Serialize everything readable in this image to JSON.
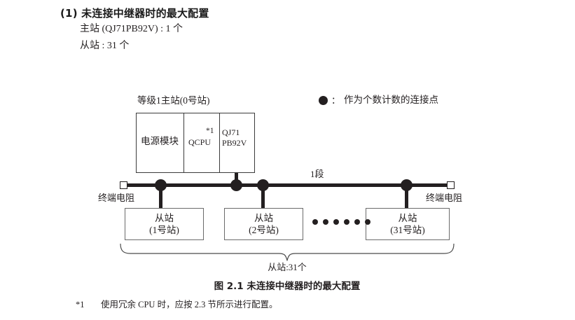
{
  "heading": {
    "section_title": "(1) 未连接中继器时的最大配置",
    "spec_lines": [
      "主站 (QJ71PB92V) : 1 个",
      "从站 : 31 个"
    ]
  },
  "legend": {
    "icon": "filled-circle-icon",
    "colon": "：",
    "text": "作为个数计数的连接点"
  },
  "diagram": {
    "master": {
      "caption": "等级1主站(0号站)",
      "modules": [
        {
          "label": "电源模块"
        },
        {
          "label": "QCPU",
          "footnote_mark": "*1"
        },
        {
          "label": "QJ71\nPB92V",
          "line1": "QJ71",
          "line2": "PB92V"
        }
      ]
    },
    "bus": {
      "segment_label": "1段",
      "terminator_left_label": "终端电阻",
      "terminator_right_label": "终端电阻",
      "connection_point_count": 4
    },
    "slaves": [
      {
        "title": "从站",
        "station": "(1号站)"
      },
      {
        "title": "从站",
        "station": "(2号站)"
      },
      {
        "title": "从站",
        "station": "(31号站)"
      }
    ],
    "ellipsis_dots": 6,
    "brace_label": "从站:31个"
  },
  "figure_caption": "图 2.1  未连接中继器时的最大配置",
  "footnote": {
    "mark": "*1",
    "text": "使用冗余 CPU 时，应按 2.3 节所示进行配置。"
  },
  "colors": {
    "ink": "#231f20",
    "box_stroke": "#3b3b3b",
    "slave_stroke": "#6b6b6b",
    "paper": "#ffffff"
  }
}
